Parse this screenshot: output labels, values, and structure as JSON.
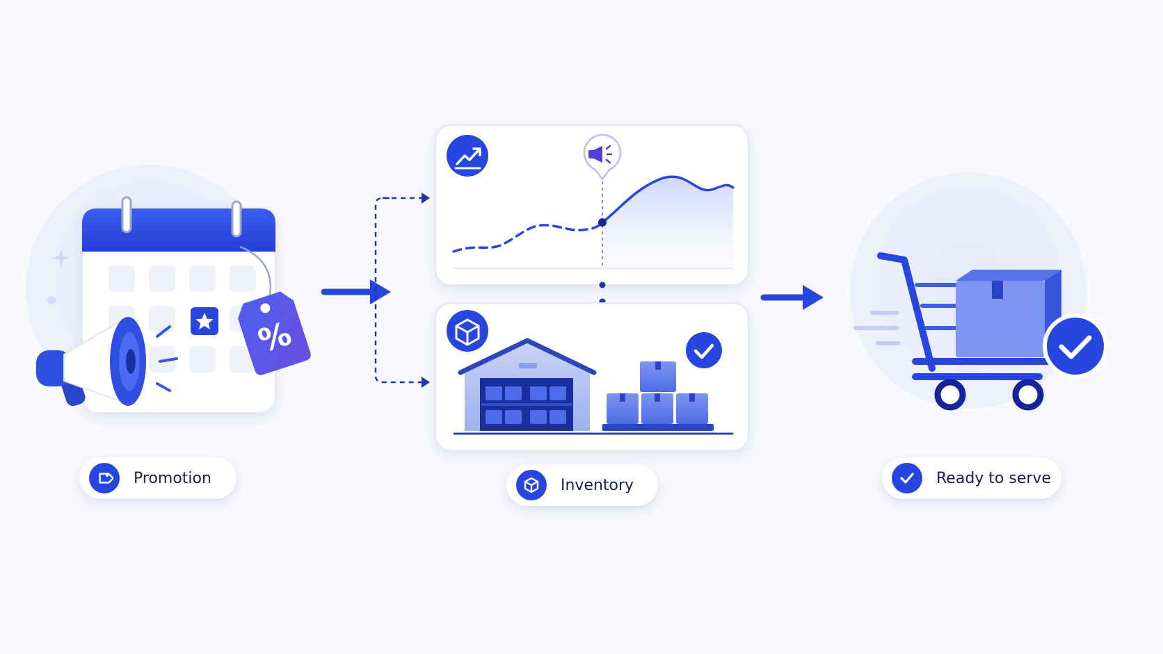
{
  "steps": [
    {
      "label": "Promotion",
      "icon": "price-tag-icon"
    },
    {
      "label": "Inventory",
      "icon": "cube-icon"
    },
    {
      "label": "Ready to serve",
      "icon": "checkmark-icon"
    }
  ],
  "chart_data": {
    "type": "line",
    "title": "",
    "xlabel": "",
    "ylabel": "",
    "series": [
      {
        "style": "dashed",
        "segment": "before-promotion",
        "trend": "gradual-rise"
      },
      {
        "style": "solid",
        "segment": "after-promotion",
        "trend": "sharp-rise",
        "fill": "area"
      }
    ],
    "marker": {
      "icon": "megaphone-icon",
      "meaning": "promotion-start"
    },
    "grid": false
  },
  "colors": {
    "primary": "#2746e0",
    "primary_dark": "#16249a",
    "violet": "#6256e8",
    "soft": "#e8ecfb",
    "text": "#18214a"
  }
}
